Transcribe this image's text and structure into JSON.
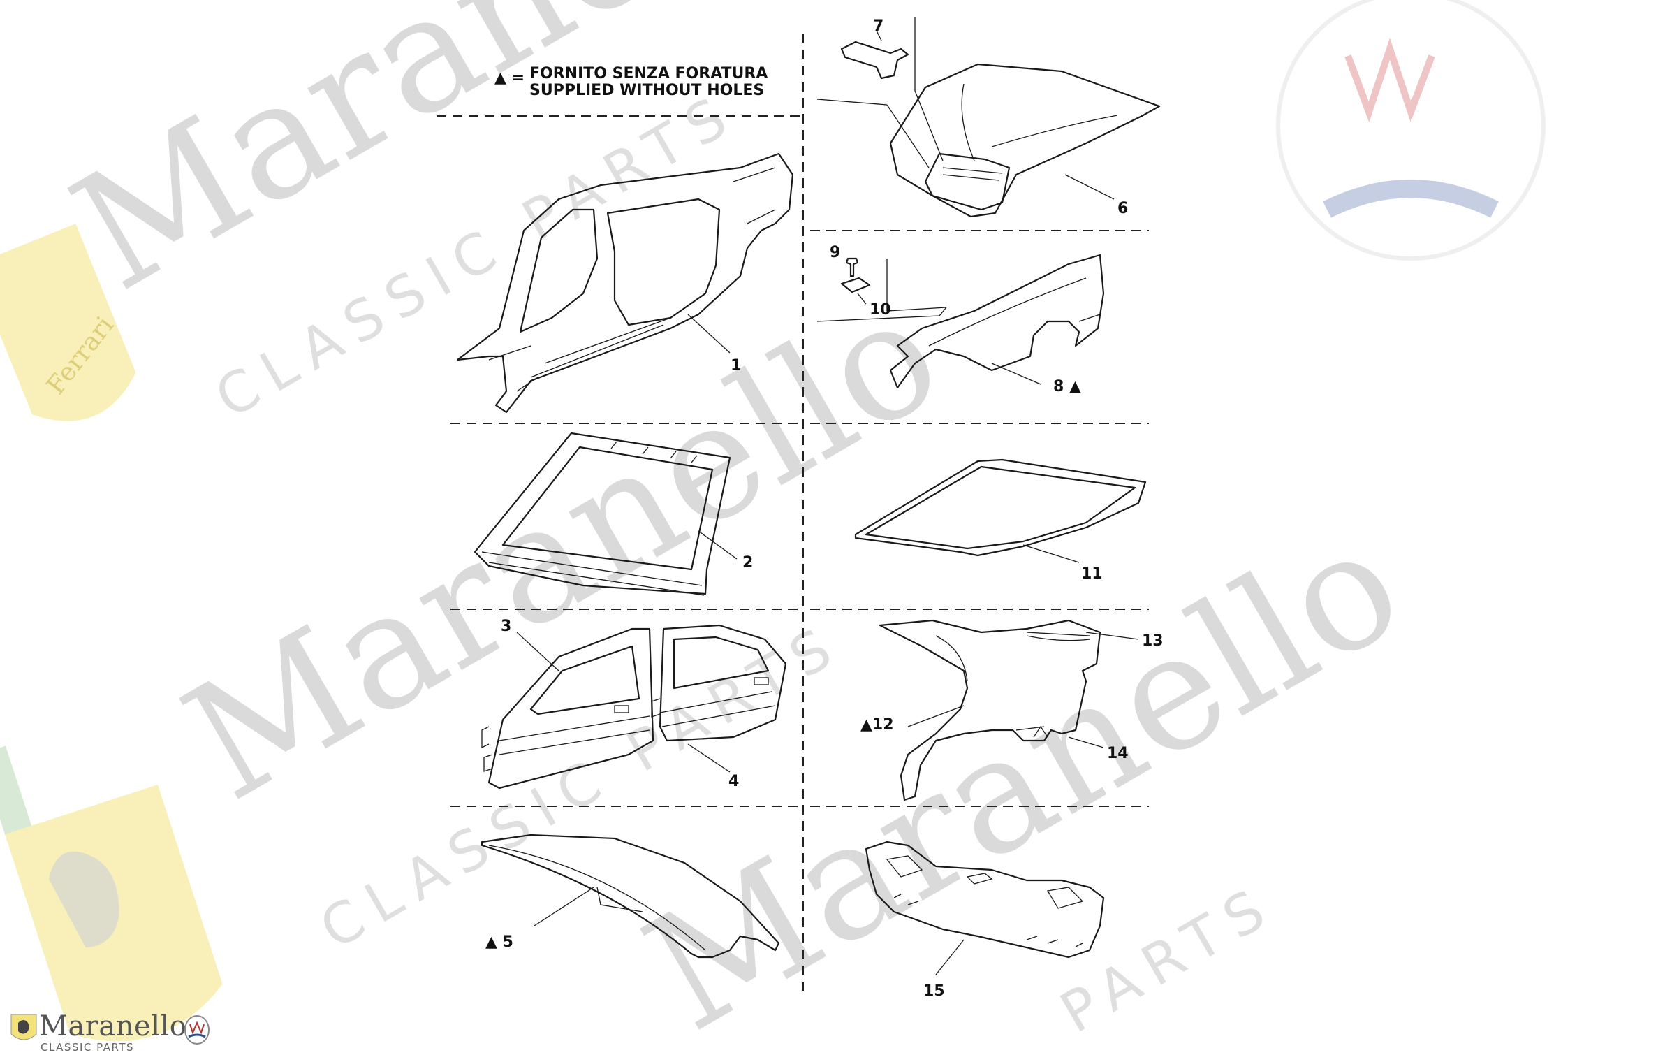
{
  "legend": {
    "symbol": "▲ =",
    "line1": "FORNITO SENZA FORATURA",
    "line2": "SUPPLIED WITHOUT HOLES"
  },
  "parts": [
    {
      "id": "1",
      "label": "1"
    },
    {
      "id": "2",
      "label": "2"
    },
    {
      "id": "3",
      "label": "3"
    },
    {
      "id": "4",
      "label": "4"
    },
    {
      "id": "5",
      "label": "▲ 5"
    },
    {
      "id": "6",
      "label": "6"
    },
    {
      "id": "7",
      "label": "7"
    },
    {
      "id": "8",
      "label": "8 ▲"
    },
    {
      "id": "9",
      "label": "9"
    },
    {
      "id": "10",
      "label": "10"
    },
    {
      "id": "11",
      "label": "11"
    },
    {
      "id": "12",
      "label": "▲12"
    },
    {
      "id": "13",
      "label": "13"
    },
    {
      "id": "14",
      "label": "14"
    },
    {
      "id": "15",
      "label": "15"
    }
  ],
  "watermark": {
    "big": "Maranello",
    "sub": "CLASSIC PARTS",
    "sub2": "PARTS"
  },
  "footer": {
    "name": "Maranello",
    "sub": "CLASSIC PARTS"
  },
  "colors": {
    "line": "#1a1a1a",
    "watermark": "#d9d9d9",
    "ferrari_yellow": "#f3e27a",
    "maserati_red": "#c0392b",
    "maserati_blue": "#2c4f8c"
  }
}
